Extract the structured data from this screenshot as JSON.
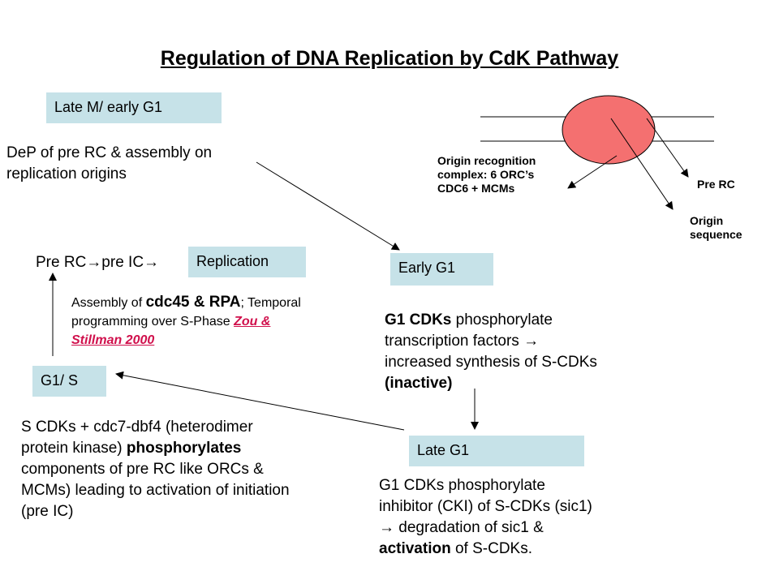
{
  "title": "Regulation of DNA Replication by CdK Pathway",
  "boxes": {
    "late_m_early_g1": "Late M/ early G1",
    "replication": "Replication",
    "early_g1": "Early G1",
    "g1_s": "G1/ S",
    "late_g1": "Late G1"
  },
  "texts": {
    "dep_line1": "DeP of pre RC & assembly on",
    "dep_line2": "replication origins",
    "pre_rc": "Pre RC",
    "pre_ic": "pre IC",
    "assembly_a": "Assembly of ",
    "assembly_b": "cdc45 & RPA",
    "assembly_c": "; Temporal",
    "assembly_line2": "programming over S-Phase  ",
    "zou_1": "Zou &",
    "zou_2": "Stillman 2000",
    "g1cdk_bold": "G1 CDKs",
    "g1cdk_1": " phosphorylate",
    "g1cdk_2": "transcription factors ",
    "g1cdk_3": "increased synthesis of S-CDKs",
    "g1cdk_4": "(inactive)",
    "scdk_1": "S CDKs + cdc7-dbf4 (heterodimer",
    "scdk_2a": "protein kinase) ",
    "scdk_2b": "phosphorylates",
    "scdk_3": "components of pre RC like ORCs &",
    "scdk_4": "MCMs) leading to activation of initiation",
    "scdk_5": "(pre IC)",
    "late_1": "G1 CDKs phosphorylate",
    "late_2": "inhibitor (CKI) of S-CDKs (sic1)",
    "late_3": " degradation of sic1 &",
    "late_4a": "activation",
    "late_4b": " of S-CDKs."
  },
  "diagram": {
    "orc_1": "Origin recognition",
    "orc_2": "complex: 6 ORC’s",
    "orc_3": "CDC6 + MCMs",
    "pre_rc": "Pre RC",
    "origin_1": "Origin",
    "origin_2": "sequence",
    "circle_color": "#f47070"
  },
  "arrow_glyph": "→"
}
